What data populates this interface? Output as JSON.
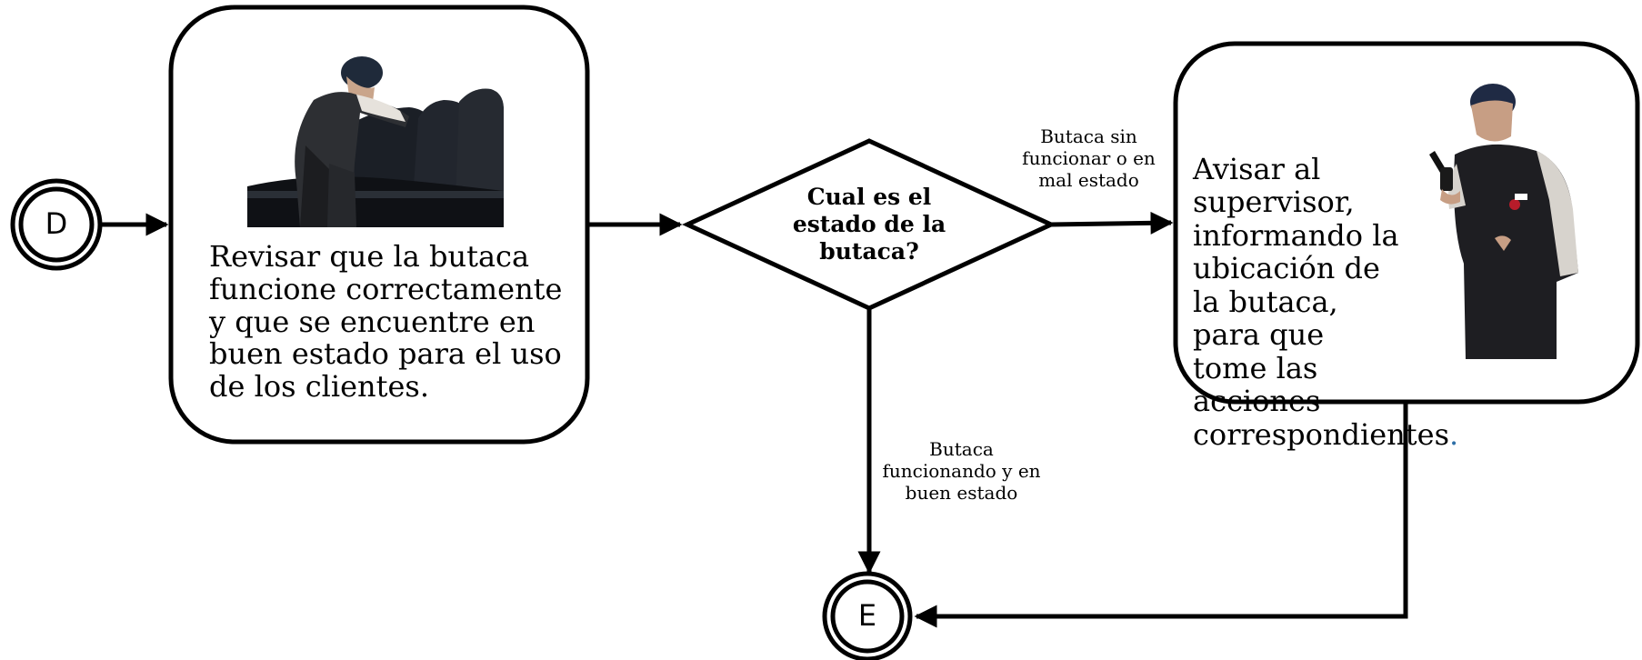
{
  "events": {
    "start": {
      "label": "D"
    },
    "end": {
      "label": "E"
    }
  },
  "tasks": {
    "inspect": {
      "text": "Revisar que la butaca funcione correctamente y que se encuentre en buen estado para el uso de los clientes."
    },
    "notify": {
      "text": "Avisar al supervisor, informando la ubicación de la butaca, para que tome las acciones correspondientes",
      "trailing_dot": "."
    }
  },
  "decision": {
    "question": "Cual es el estado de la butaca?"
  },
  "edges": {
    "bad_state": "Butaca sin funcionar o en mal estado",
    "good_state": "Butaca funcionando y en buen estado"
  },
  "colors": {
    "stroke": "#000000",
    "accent_dot": "#2e6fa7"
  }
}
